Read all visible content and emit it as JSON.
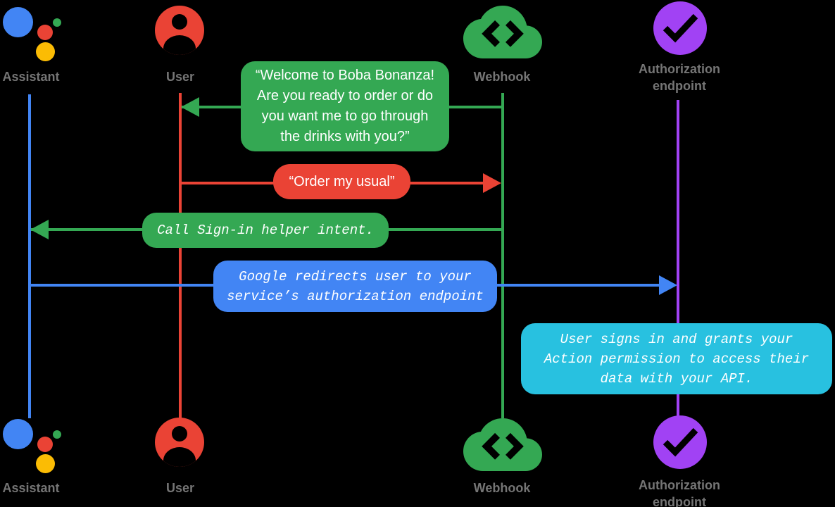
{
  "background_color": "#000000",
  "colors": {
    "blue": "#4285f4",
    "red": "#ea4335",
    "green": "#34a853",
    "yellow": "#fbbc04",
    "purple": "#a142f4",
    "cyan": "#28c1e0",
    "label_gray": "#757575",
    "bubble_text": "#ffffff"
  },
  "actors": {
    "assistant": {
      "label": "Assistant",
      "icon": "google-assistant-logo"
    },
    "user": {
      "label": "User",
      "icon": "person-icon"
    },
    "webhook": {
      "label": "Webhook",
      "icon": "cloud-code-icon"
    },
    "auth_endpoint": {
      "label_line1": "Authorization",
      "label_line2": "endpoint",
      "icon": "check-circle-icon"
    }
  },
  "messages": [
    {
      "type": "speech",
      "from": "webhook",
      "to": "user",
      "color": "#34a853",
      "lines": [
        "“Welcome to Boba Bonanza!",
        "Are you ready to order or do",
        "you want me to go through",
        "the drinks with you?”"
      ]
    },
    {
      "type": "speech",
      "from": "user",
      "to": "webhook",
      "color": "#ea4335",
      "lines": [
        "“Order my usual”"
      ]
    },
    {
      "type": "code",
      "from": "webhook",
      "to": "assistant",
      "color": "#34a853",
      "lines": [
        "Call Sign-in helper intent."
      ]
    },
    {
      "type": "code",
      "from": "assistant",
      "to": "auth_endpoint",
      "color": "#4285f4",
      "lines": [
        "Google redirects user to your",
        "service’s authorization endpoint"
      ]
    },
    {
      "type": "code",
      "note_on": "auth_endpoint",
      "color": "#28c1e0",
      "lines": [
        "User signs in and grants your",
        "Action permission to access their",
        "data with your API."
      ]
    }
  ]
}
